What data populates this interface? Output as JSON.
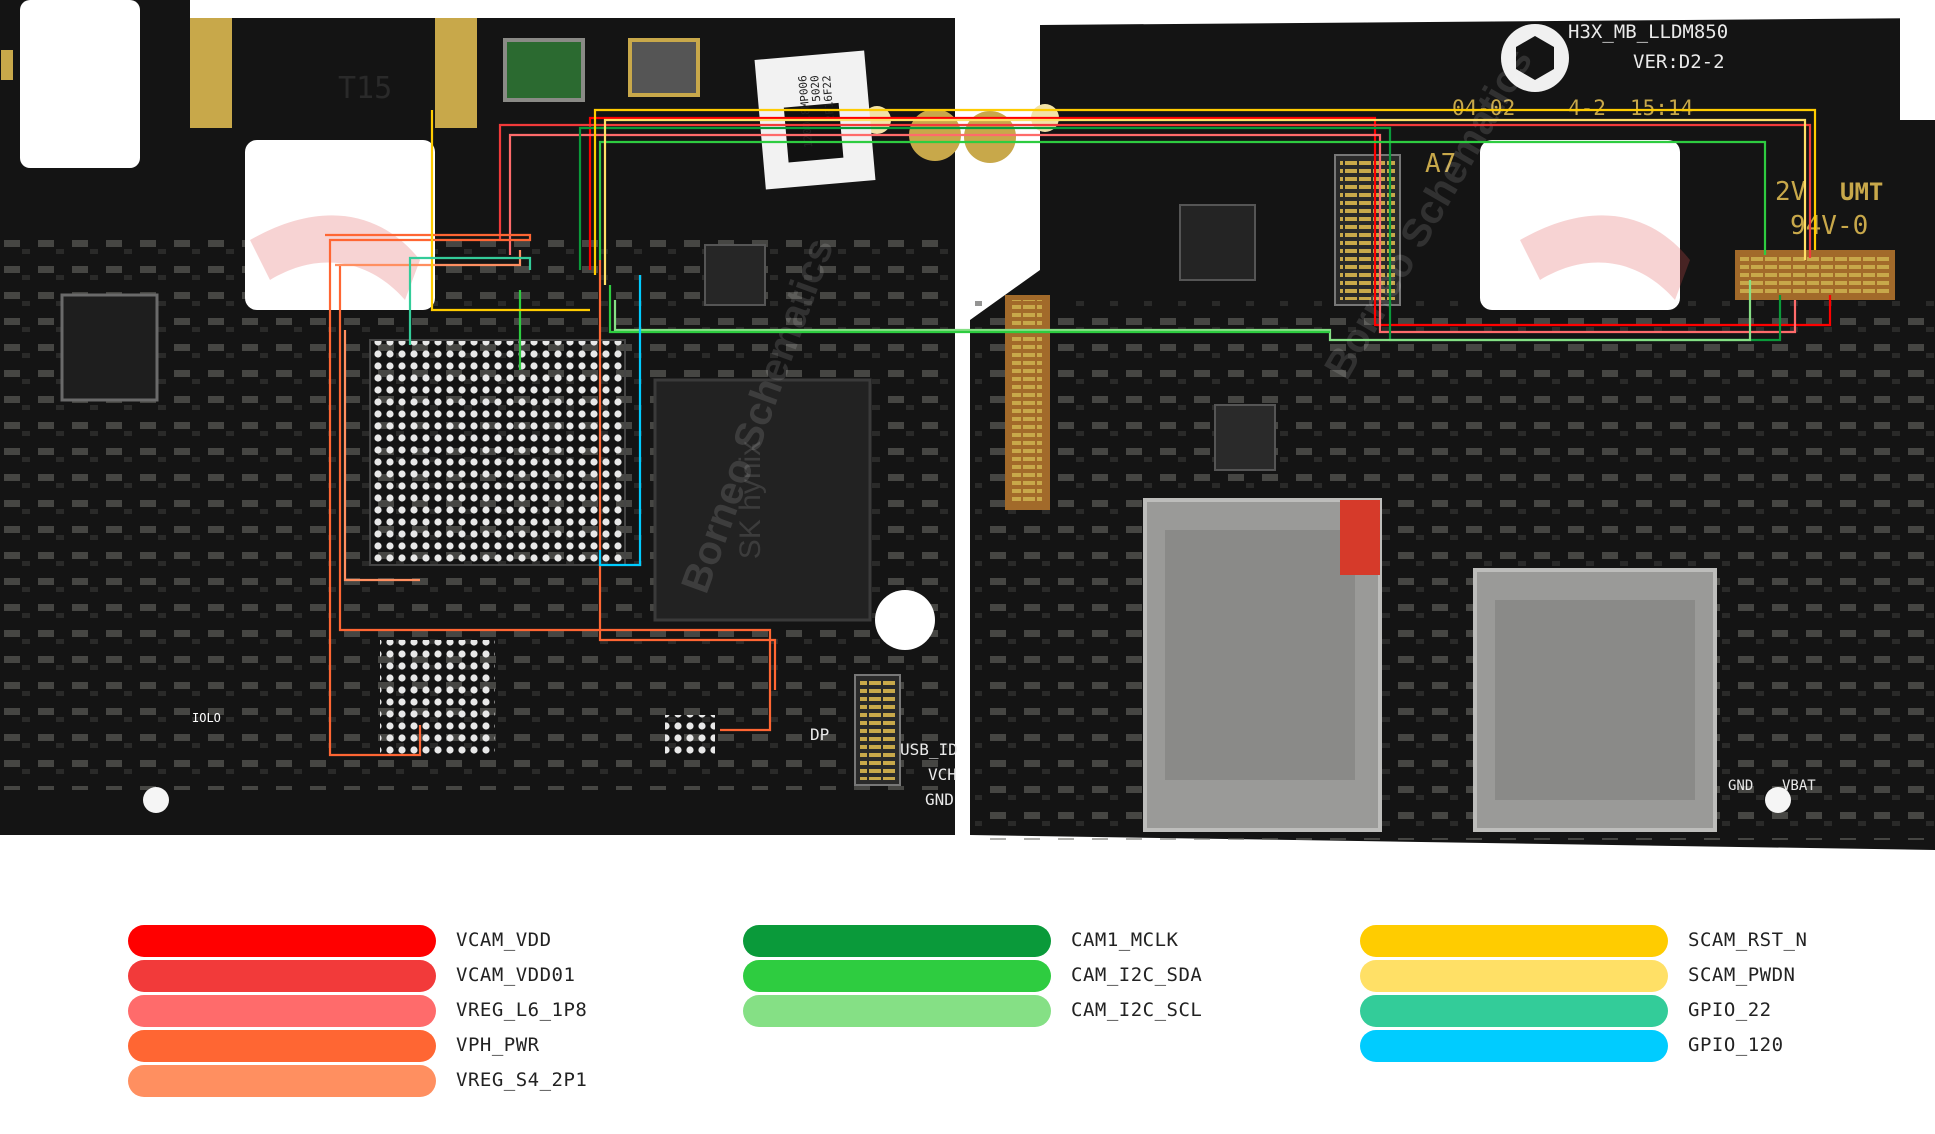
{
  "board": {
    "model_label": "H3X_MB_LLDM850",
    "version_label": "VER:D2-2",
    "date_code": "04-02",
    "date_code_2": "4-2",
    "time_code": "15:14",
    "part_code": "A7",
    "rating_label_1": "2V",
    "rating_label_2": "UMT",
    "rating_label_3": "94V-0",
    "sticker_lines": [
      "2F16F22",
      "5020",
      "120018MP006"
    ],
    "left_labels": [
      "T15",
      "IOLO",
      "DP",
      "USB_ID",
      "VCH",
      "GND"
    ],
    "right_labels": [
      "GND",
      "VBAT"
    ],
    "watermark": "Borneo Schematics",
    "chip_label": "SK hynix"
  },
  "colors": {
    "pcb": "#141414",
    "pad_gold": "#c8a84a",
    "component": "#8a8a86",
    "VCAM_VDD": "#ff0000",
    "VCAM_VDD01": "#f23a3a",
    "VREG_L6_1P8": "#ff6b6b",
    "VPH_PWR": "#ff6633",
    "VREG_S4_2P1": "#ff8f60",
    "CAM1_MCLK": "#0a9a3a",
    "CAM_I2C_SDA": "#2ecc40",
    "CAM_I2C_SCL": "#85e085",
    "SCAM_RST_N": "#ffcc00",
    "SCAM_PWDN": "#ffe066",
    "GPIO_22": "#33cc99",
    "GPIO_120": "#00ccff"
  },
  "legend": {
    "columns": [
      [
        {
          "name": "VCAM_VDD",
          "color": "#ff0000"
        },
        {
          "name": "VCAM_VDD01",
          "color": "#f23a3a"
        },
        {
          "name": "VREG_L6_1P8",
          "color": "#ff6b6b"
        },
        {
          "name": "VPH_PWR",
          "color": "#ff6633"
        },
        {
          "name": "VREG_S4_2P1",
          "color": "#ff8f60"
        }
      ],
      [
        {
          "name": "CAM1_MCLK",
          "color": "#0a9a3a"
        },
        {
          "name": "CAM_I2C_SDA",
          "color": "#2ecc40"
        },
        {
          "name": "CAM_I2C_SCL",
          "color": "#85e085"
        }
      ],
      [
        {
          "name": "SCAM_RST_N",
          "color": "#ffcc00"
        },
        {
          "name": "SCAM_PWDN",
          "color": "#ffe066"
        },
        {
          "name": "GPIO_22",
          "color": "#33cc99"
        },
        {
          "name": "GPIO_120",
          "color": "#00ccff"
        }
      ]
    ]
  }
}
